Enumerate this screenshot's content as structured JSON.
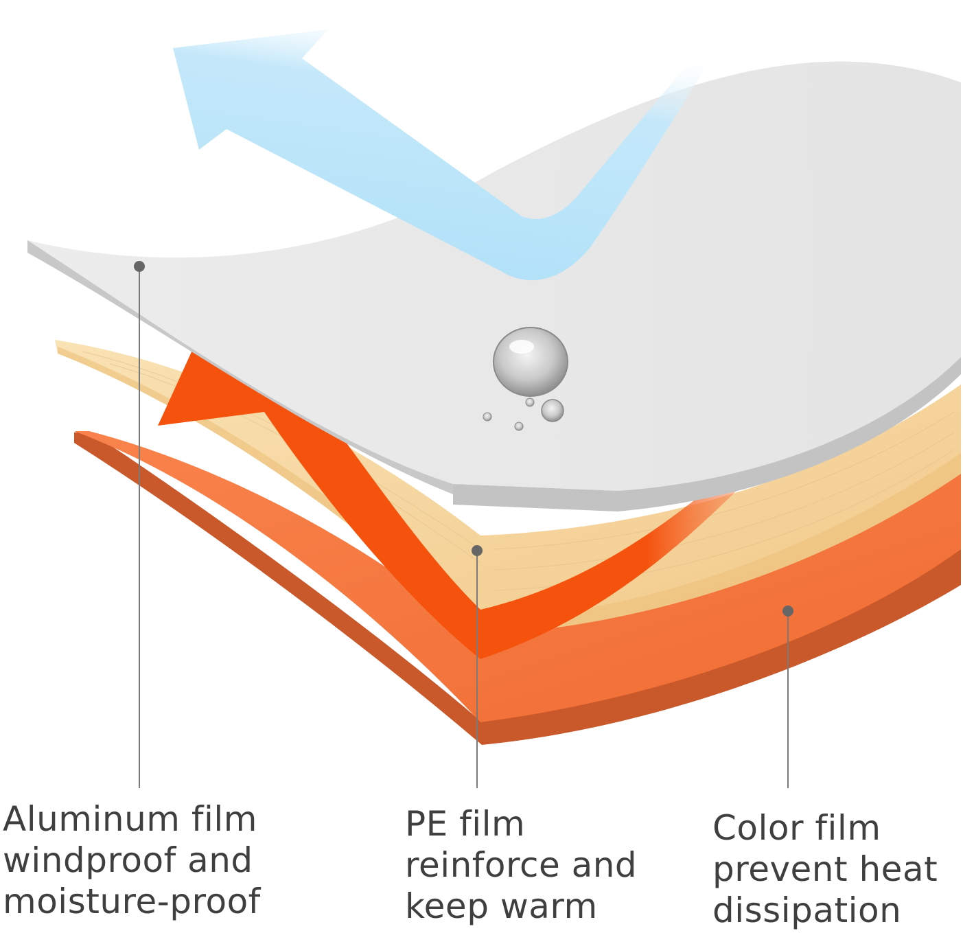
{
  "layers": [
    {
      "id": "aluminum",
      "title": "Aluminum film",
      "lines": [
        "windproof and",
        "moisture-proof"
      ],
      "color": "#e6e6e6"
    },
    {
      "id": "pe",
      "title": "PE film",
      "lines": [
        "reinforce and",
        "keep warm"
      ],
      "color": "#f7d9a0"
    },
    {
      "id": "color",
      "title": "Color film",
      "lines": [
        "prevent heat",
        "dissipation"
      ],
      "color": "#f5743a"
    }
  ],
  "arrows": {
    "cold": {
      "icon": "blue-arrow-icon",
      "color": "#aee0f8"
    },
    "heat": {
      "icon": "orange-arrow-icon",
      "color": "#f5520d"
    }
  },
  "droplet": {
    "icon": "water-droplet-icon"
  },
  "leader_color": "#7a7a7a"
}
